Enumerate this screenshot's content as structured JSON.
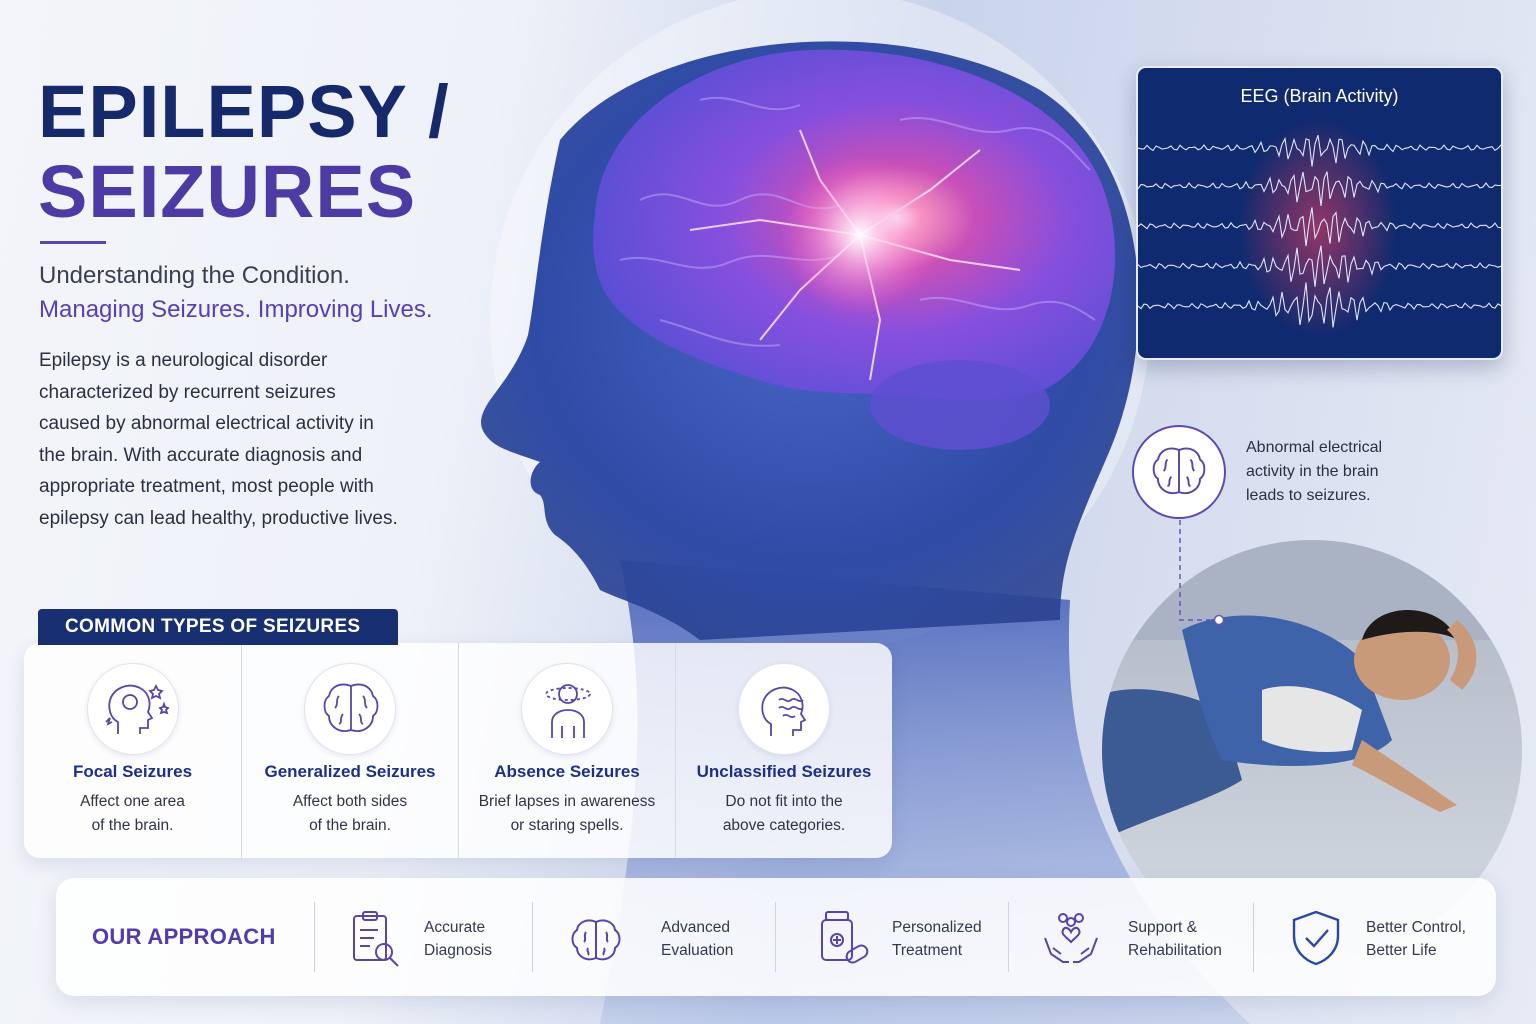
{
  "title": {
    "line1": "EPILEPSY /",
    "line2": "SEIZURES"
  },
  "subtitle": {
    "line1": "Understanding the Condition.",
    "line2": "Managing Seizures. Improving Lives."
  },
  "description": "Epilepsy is a neurological disorder characterized by recurrent seizures caused by abnormal electrical activity in the brain. With accurate diagnosis and appropriate treatment, most people with epilepsy can lead healthy, productive lives.",
  "types": {
    "heading": "COMMON TYPES OF SEIZURES",
    "items": [
      {
        "name": "Focal Seizures",
        "line1": "Affect one area",
        "line2": "of the brain.",
        "icon": "head-stars-icon"
      },
      {
        "name": "Generalized Seizures",
        "line1": "Affect both sides",
        "line2": "of the brain.",
        "icon": "brain-icon"
      },
      {
        "name": "Absence Seizures",
        "line1": "Brief lapses in awareness",
        "line2": "or staring spells.",
        "icon": "person-orbit-icon"
      },
      {
        "name": "Unclassified Seizures",
        "line1": "Do not fit into the",
        "line2": "above categories.",
        "icon": "head-waves-icon"
      }
    ]
  },
  "eeg": {
    "title": "EEG (Brain Activity)"
  },
  "info": {
    "line1": "Abnormal electrical",
    "line2": "activity in the brain",
    "line3": "leads to seizures.",
    "icon": "brain-icon"
  },
  "approach": {
    "label": "OUR APPROACH",
    "items": [
      {
        "line1": "Accurate",
        "line2": "Diagnosis",
        "icon": "clipboard-search-icon"
      },
      {
        "line1": "Advanced",
        "line2": "Evaluation",
        "icon": "brain-icon"
      },
      {
        "line1": "Personalized",
        "line2": "Treatment",
        "icon": "medicine-bottle-icon"
      },
      {
        "line1": "Support &",
        "line2": "Rehabilitation",
        "icon": "hands-heart-icon"
      },
      {
        "line1": "Better Control,",
        "line2": "Better Life",
        "icon": "shield-check-icon"
      }
    ]
  },
  "colors": {
    "navy": "#16296b",
    "purple": "#5a3fb0",
    "accent_blue": "#1e2f86",
    "eeg_bg": "#0f2a6e"
  }
}
